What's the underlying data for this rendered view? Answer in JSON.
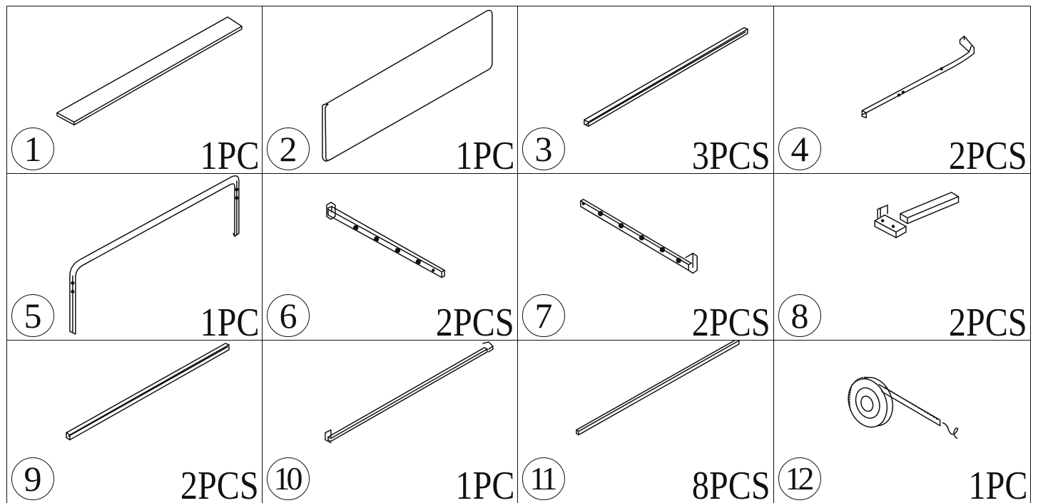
{
  "parts": [
    {
      "number": "1",
      "quantity": "1PC",
      "icon": "flat-shelf-board-icon"
    },
    {
      "number": "2",
      "quantity": "1PC",
      "icon": "desk-panel-icon"
    },
    {
      "number": "3",
      "quantity": "3PCS",
      "icon": "long-rail-icon"
    },
    {
      "number": "4",
      "quantity": "2PCS",
      "icon": "l-bracket-rail-icon"
    },
    {
      "number": "5",
      "quantity": "1PC",
      "icon": "u-frame-icon"
    },
    {
      "number": "6",
      "quantity": "2PCS",
      "icon": "left-crossbar-icon"
    },
    {
      "number": "7",
      "quantity": "2PCS",
      "icon": "right-crossbar-icon"
    },
    {
      "number": "8",
      "quantity": "2PCS",
      "icon": "support-arm-icon"
    },
    {
      "number": "9",
      "quantity": "2PCS",
      "icon": "square-tube-icon"
    },
    {
      "number": "10",
      "quantity": "1PC",
      "icon": "end-cap-rod-icon"
    },
    {
      "number": "11",
      "quantity": "8PCS",
      "icon": "thin-rod-icon"
    },
    {
      "number": "12",
      "quantity": "1PC",
      "icon": "led-strip-reel-icon"
    }
  ]
}
